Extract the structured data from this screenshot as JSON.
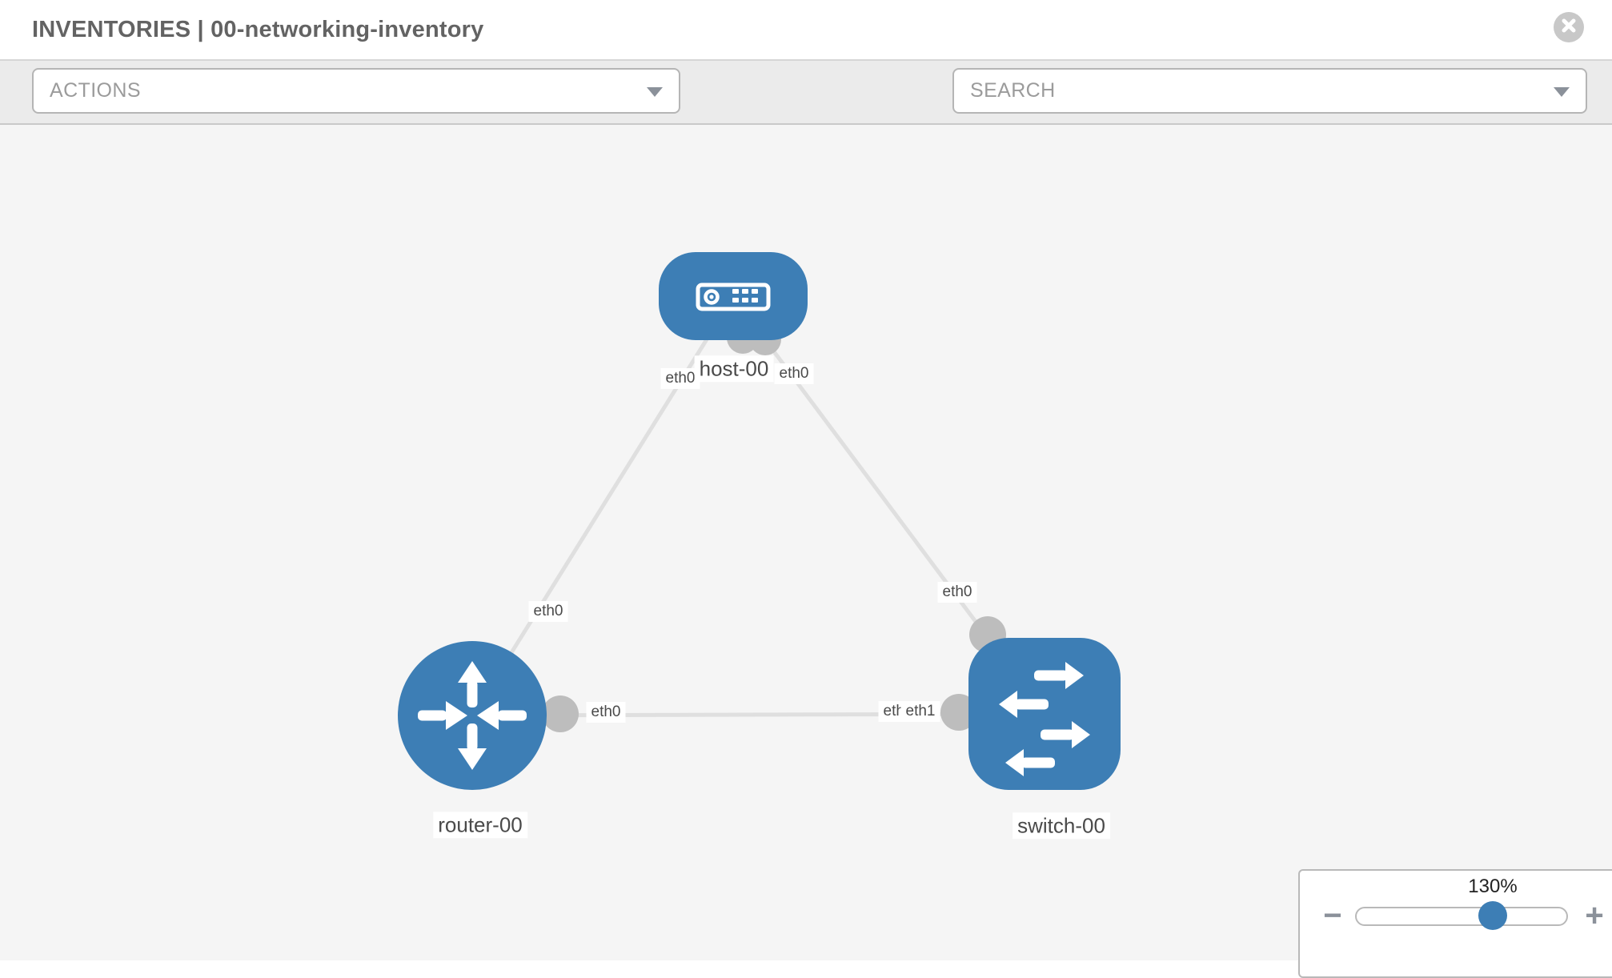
{
  "header": {
    "title": "INVENTORIES | 00-networking-inventory"
  },
  "toolbar": {
    "actions": {
      "placeholder": "ACTIONS"
    },
    "search": {
      "placeholder": "SEARCH"
    },
    "icons": [
      "wrench-icon",
      "key-icon"
    ]
  },
  "topology": {
    "nodes": [
      {
        "id": "host-00",
        "type": "host",
        "label": "host-00"
      },
      {
        "id": "router-00",
        "type": "router",
        "label": "router-00"
      },
      {
        "id": "switch-00",
        "type": "switch",
        "label": "switch-00"
      }
    ],
    "links": [
      {
        "from": "host-00",
        "to": "router-00",
        "from_iface": "eth0",
        "to_iface": "eth0"
      },
      {
        "from": "host-00",
        "to": "switch-00",
        "from_iface": "eth0",
        "to_iface": "eth0"
      },
      {
        "from": "router-00",
        "to": "switch-00",
        "from_iface": "eth0",
        "to_ifaces": [
          "eth0",
          "eth1"
        ]
      }
    ]
  },
  "zoom": {
    "level": "130%",
    "percent": 130,
    "minus": "−",
    "plus": "+"
  },
  "colors": {
    "node_blue": "#3d7eb5",
    "port_gray": "#bdbdbd",
    "link_gray": "#dfdfdf",
    "canvas_bg": "#f5f5f5",
    "toolbar_bg": "#ebebeb",
    "title_gray": "#636363"
  }
}
